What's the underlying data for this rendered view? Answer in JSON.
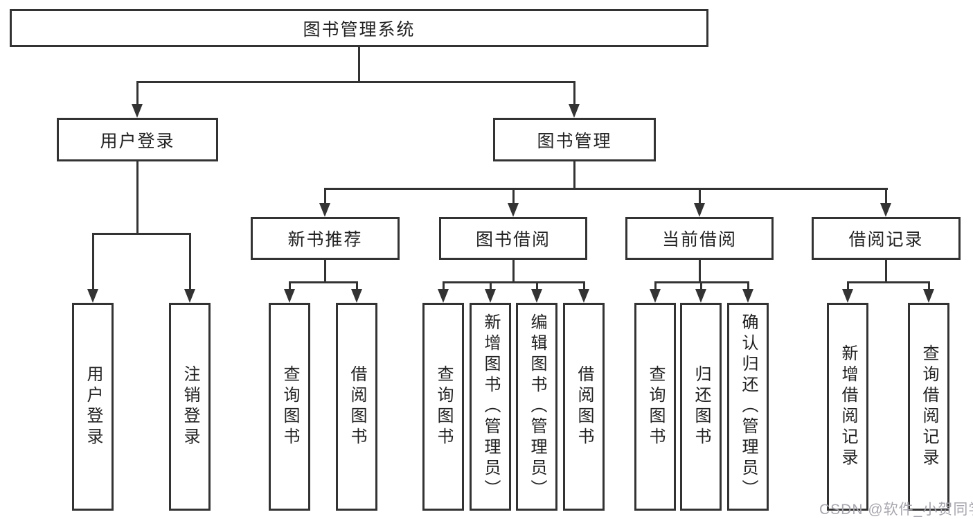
{
  "title": {
    "label": "图书管理系统"
  },
  "nodes": {
    "user_login": "用户登录",
    "book_mgmt": "图书管理",
    "new_books": "新书推荐",
    "book_borrow": "图书借阅",
    "current_borrow": "当前借阅",
    "borrow_records": "借阅记录"
  },
  "leaves": {
    "user_login": [
      "用户登录",
      "注销登录"
    ],
    "new_books": [
      "查询图书",
      "借阅图书"
    ],
    "book_borrow": [
      "查询图书",
      "新增图书（管理员）",
      "编辑图书（管理员）",
      "借阅图书"
    ],
    "current_borrow": [
      "查询图书",
      "归还图书",
      "确认归还（管理员）"
    ],
    "borrow_records": [
      "新增借阅记录",
      "查询借阅记录"
    ]
  },
  "watermark": {
    "label": "CSDN @软件_小贺同学"
  },
  "colors": {
    "line": "#333333",
    "text": "#222222",
    "background": "#ffffff",
    "watermark": "#a6a6ae"
  }
}
